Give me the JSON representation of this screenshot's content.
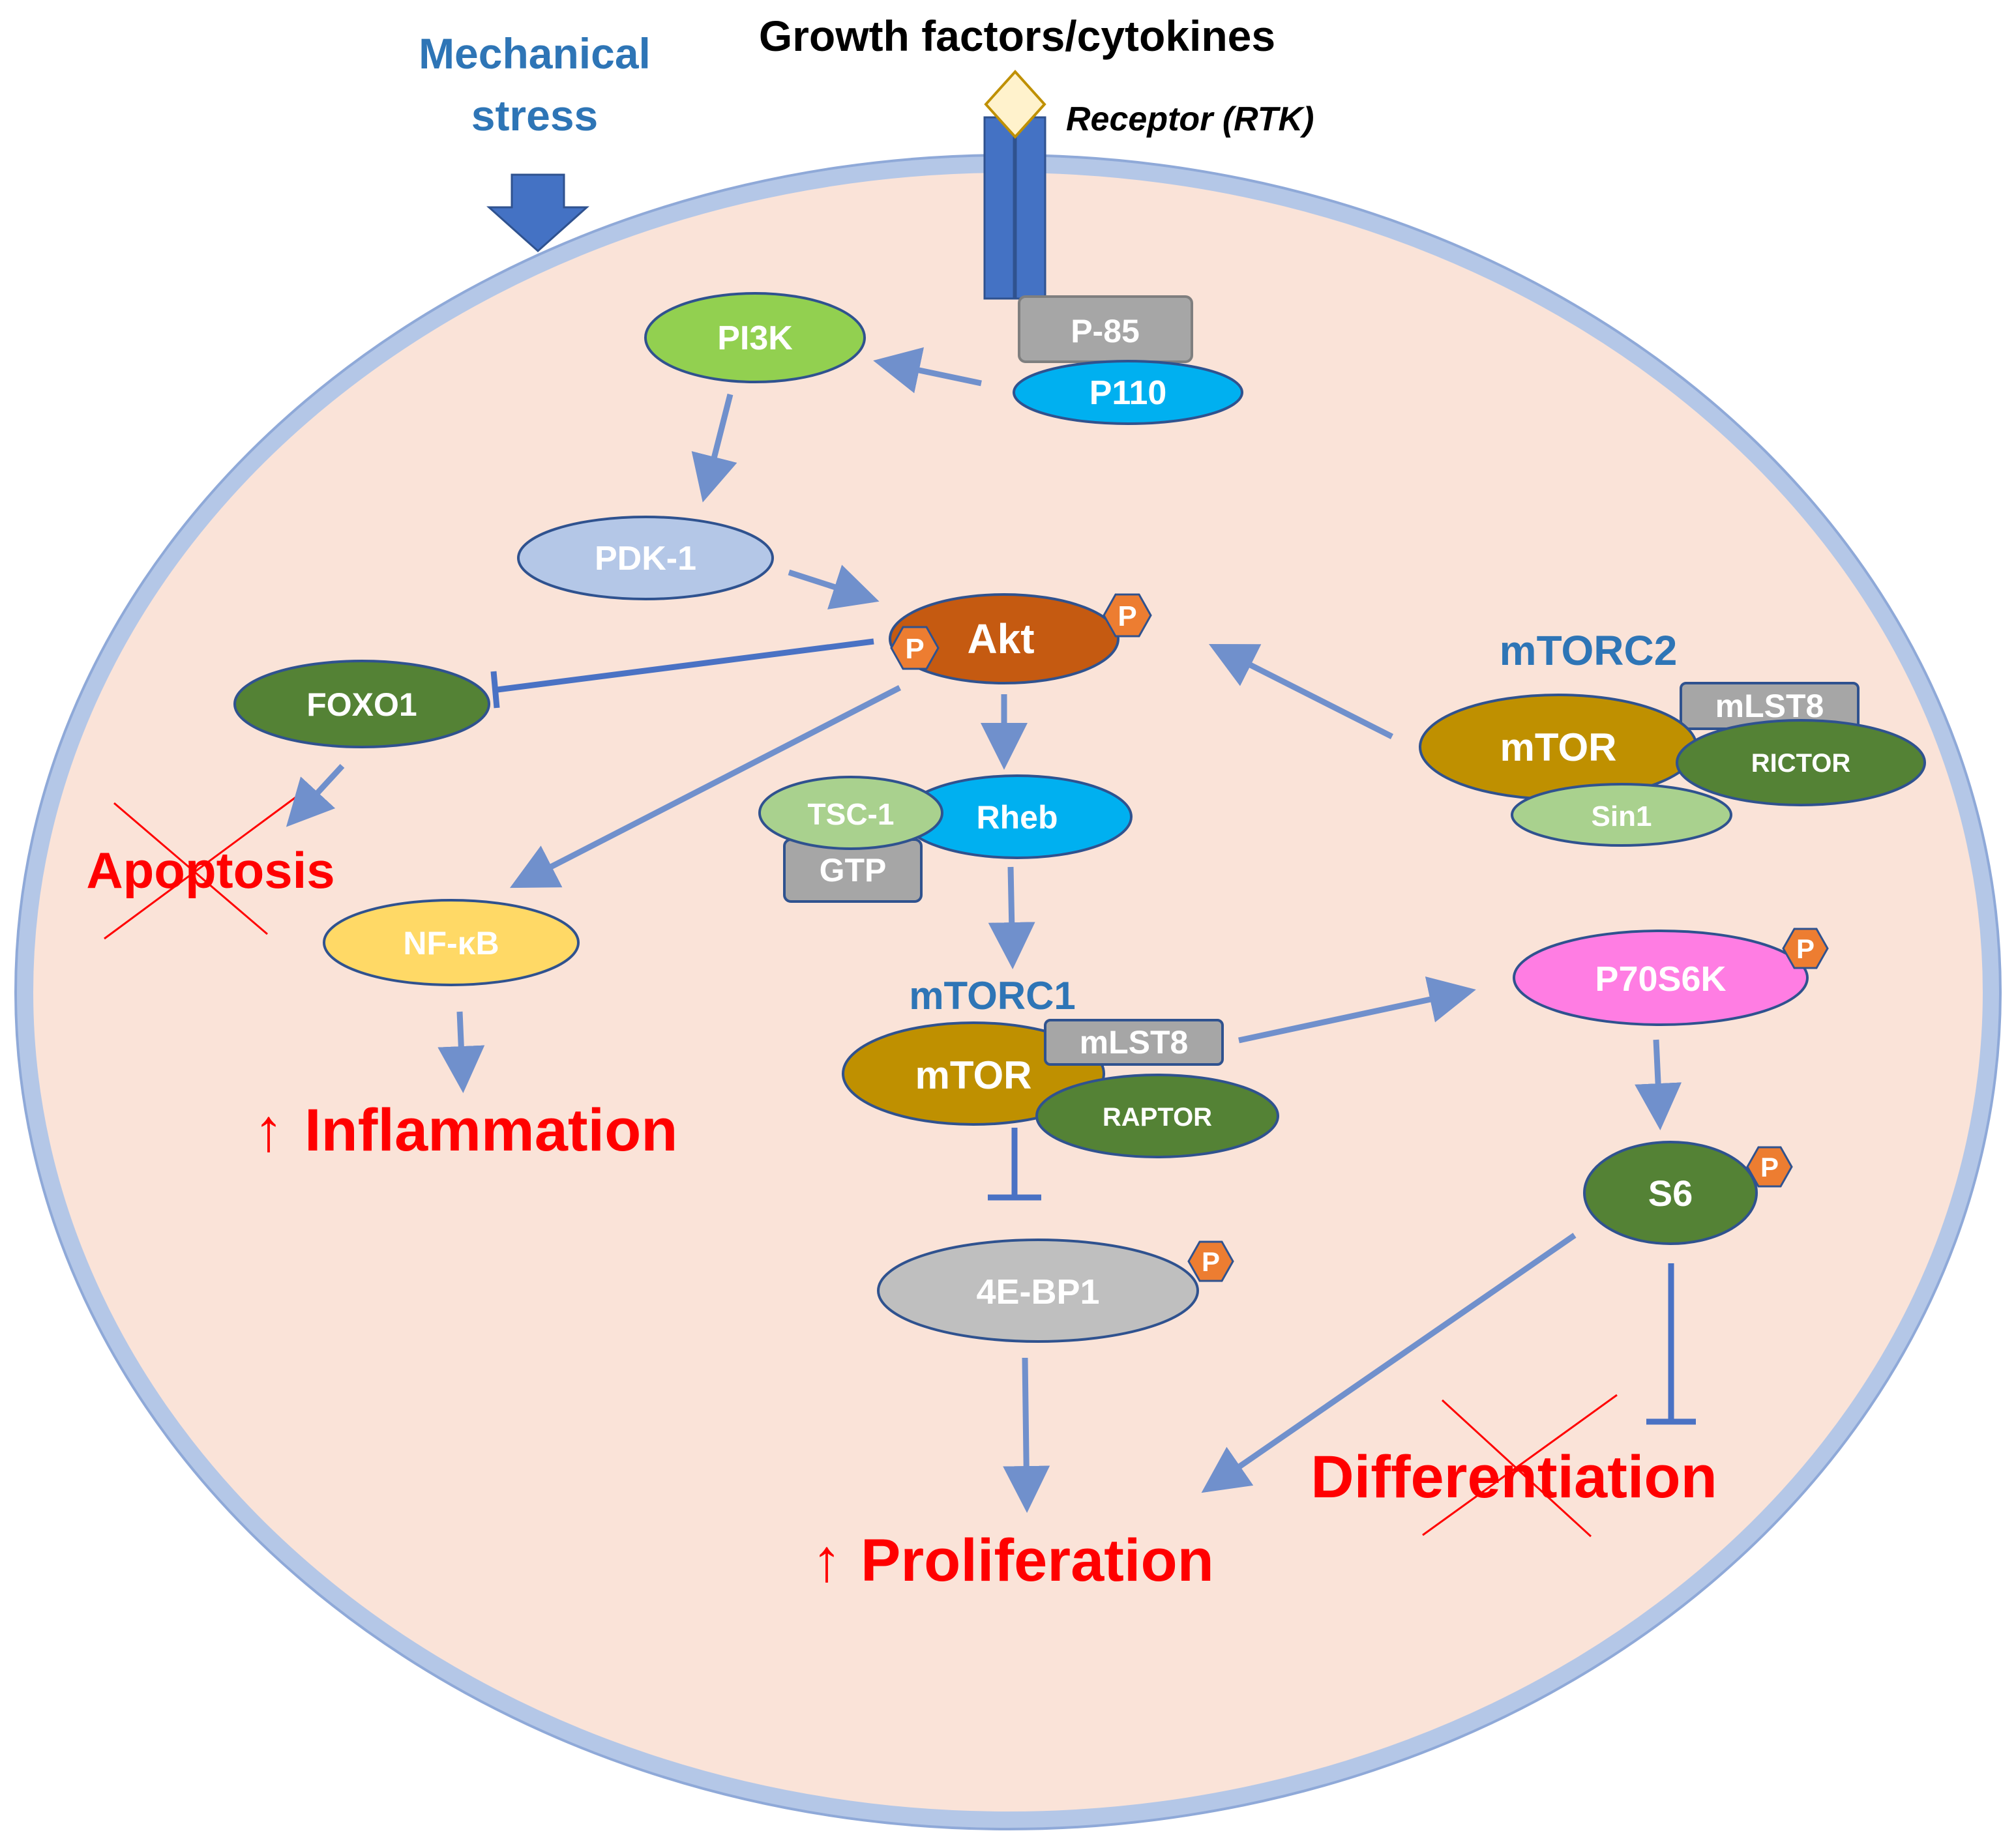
{
  "title": "Growth factors/cytokines",
  "stimulus": {
    "line1": "Mechanical",
    "line2": "stress"
  },
  "receptor_label": "Receptor (RTK)",
  "nodes": {
    "p85": "P-85",
    "p110": "P110",
    "pi3k": "PI3K",
    "pdk1": "PDK-1",
    "akt": "Akt",
    "foxo1": "FOXO1",
    "nfkb": "NF-κB",
    "tsc1": "TSC-1",
    "rheb": "Rheb",
    "gtp": "GTP",
    "mtorc1_title": "mTORC1",
    "mtor1": "mTOR",
    "mlst8_1": "mLST8",
    "raptor": "RAPTOR",
    "mtorc2_title": "mTORC2",
    "mtor2": "mTOR",
    "mlst8_2": "mLST8",
    "rictor": "RICTOR",
    "sin1": "Sin1",
    "p70s6k": "P70S6K",
    "s6": "S6",
    "ebp1": "4E-BP1",
    "phospho": "P"
  },
  "outcomes": {
    "apoptosis": "Apoptosis",
    "inflammation": "Inflammation",
    "proliferation": "Proliferation",
    "differentiation": "Differentiation",
    "up_arrow": "↑"
  },
  "colors": {
    "cell_fill": "#fae3d8",
    "membrane": "#b4c7e7",
    "arrow": "#7090cc",
    "inhibit": "#4a72c4",
    "receptor": "#4472c4",
    "outcome_text": "#ff0000",
    "complex_title": "#2e75b6"
  }
}
